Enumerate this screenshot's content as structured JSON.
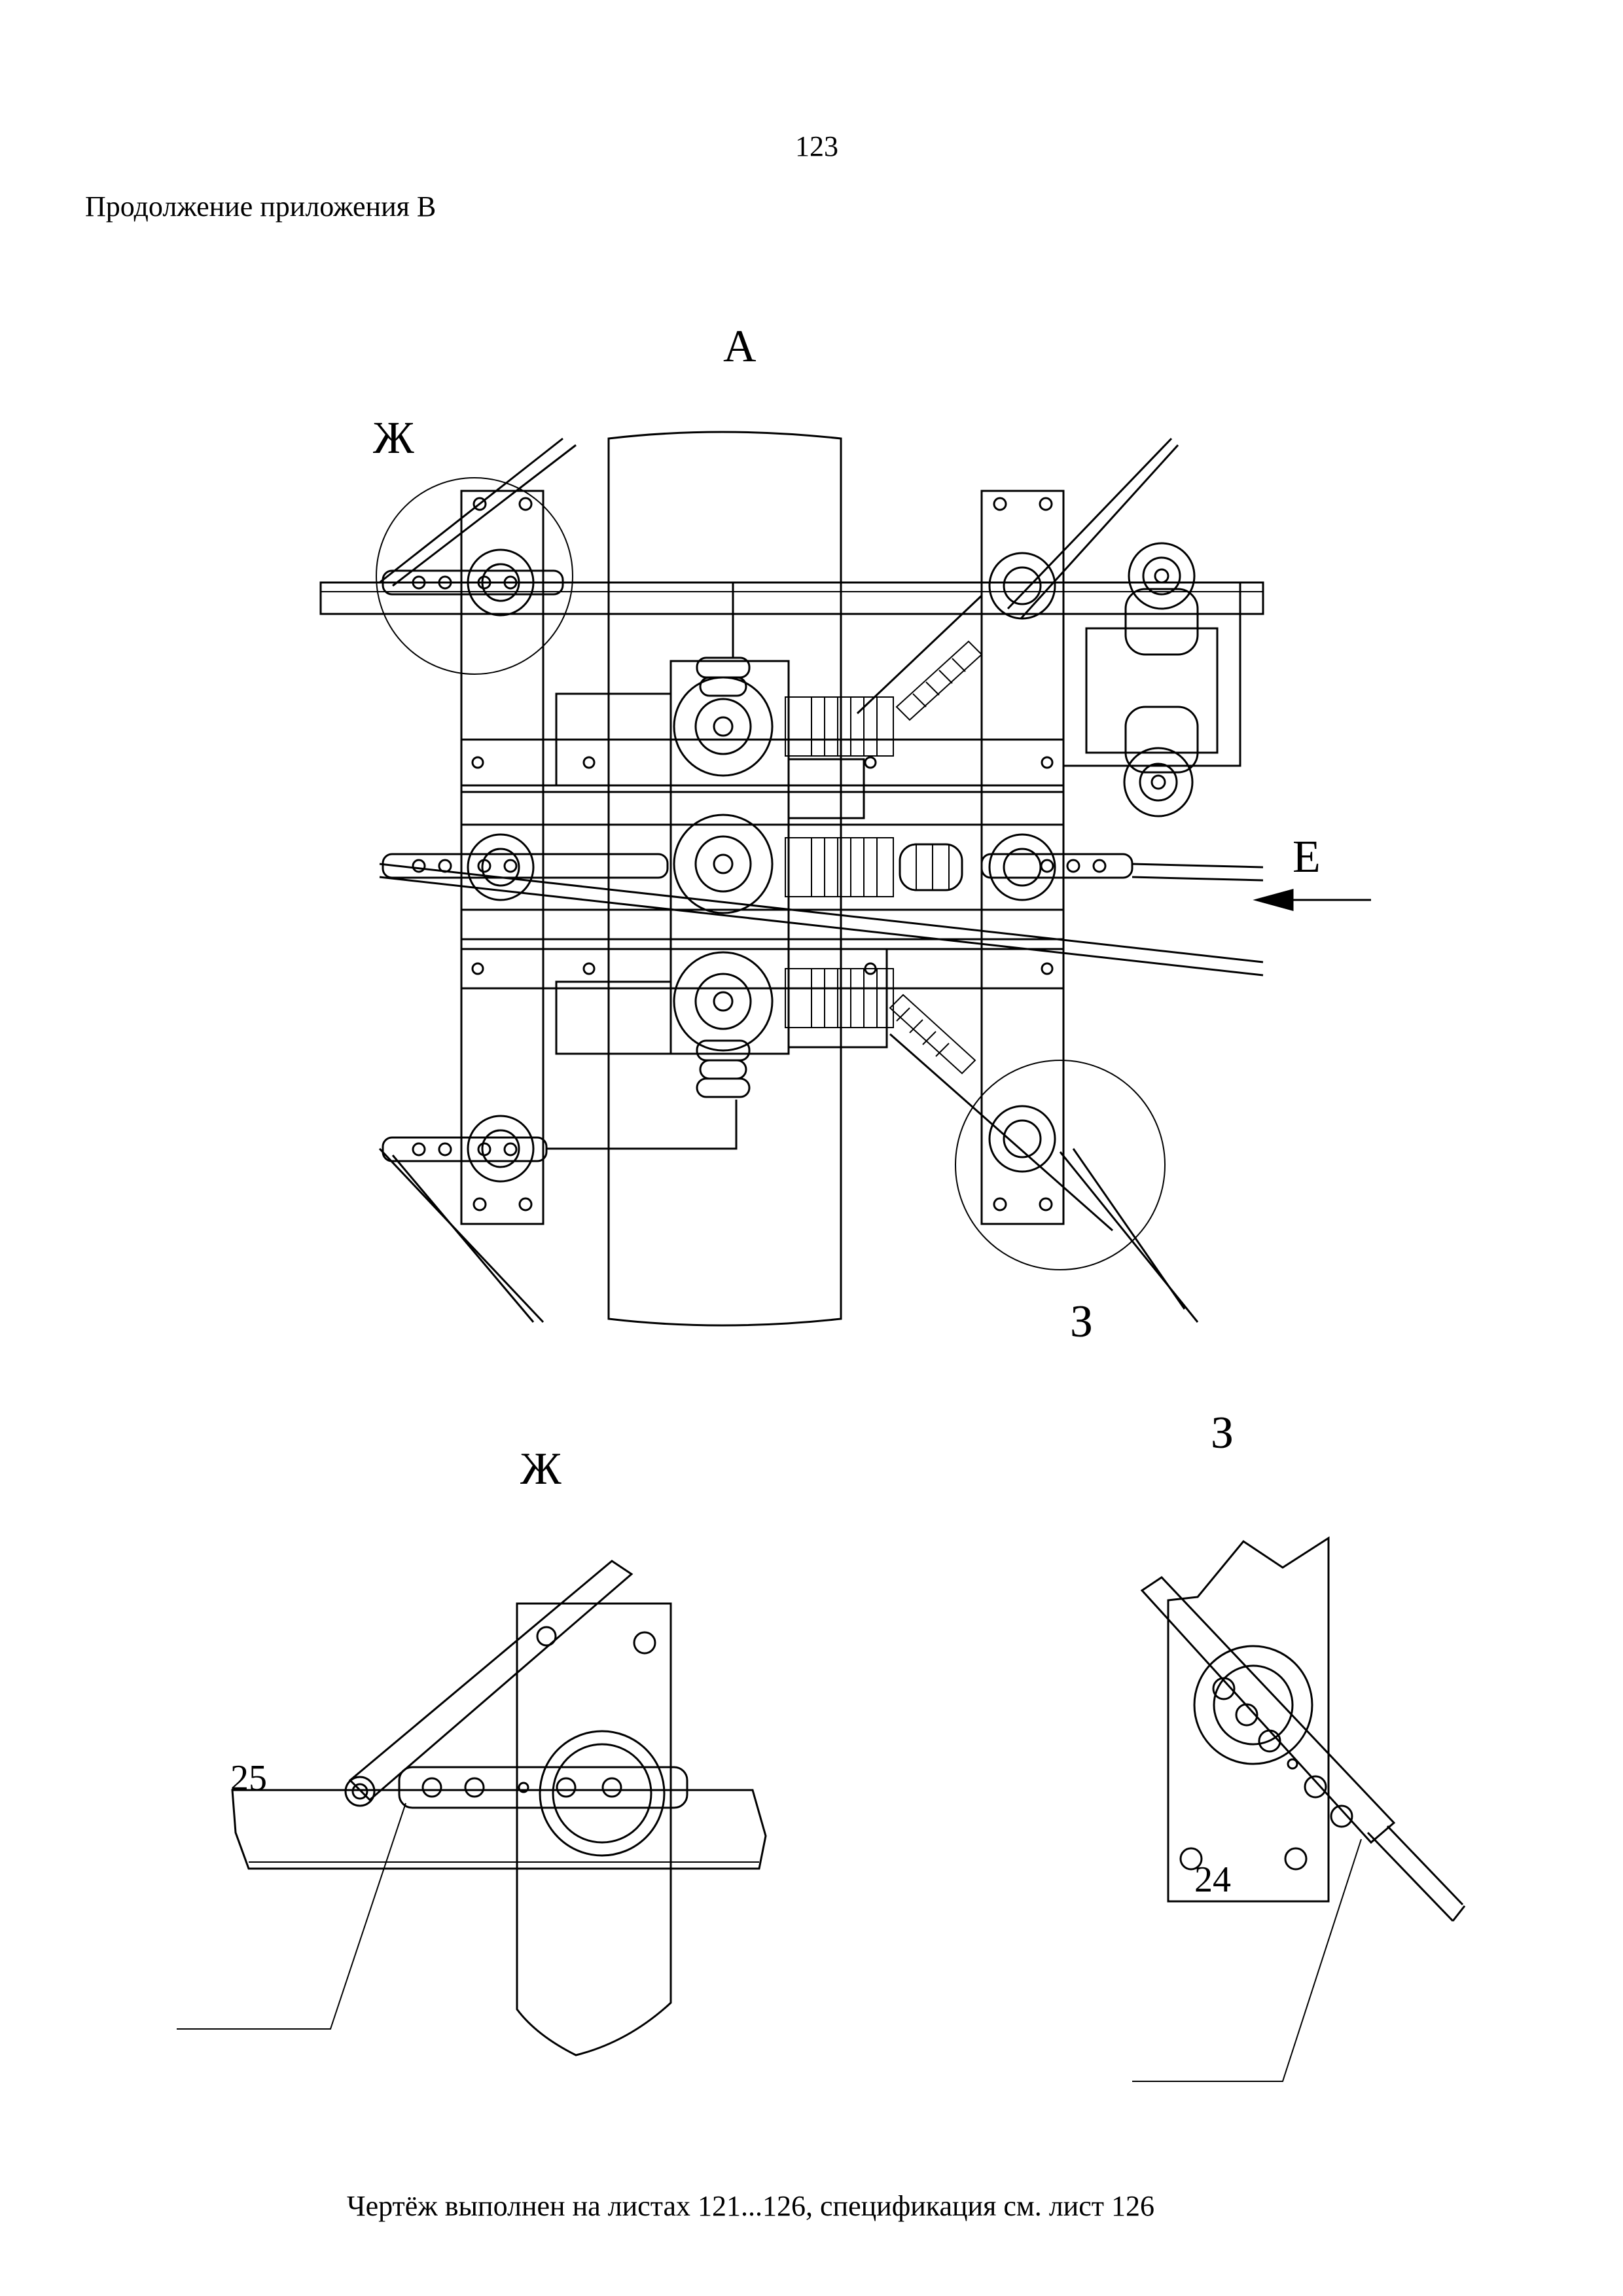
{
  "page": {
    "number": "123",
    "appendix_note": "Продолжение приложения В",
    "footer_note": "Чертёж выполнен на листах 121...126, спецификация см. лист 126"
  },
  "drawing": {
    "view_label": "А",
    "detail_ref_zh": "Ж",
    "detail_ref_z": "З",
    "direction_label": "Е"
  },
  "details": {
    "zh_title": "Ж",
    "z_title": "З",
    "callout_25": "25",
    "callout_24": "24"
  }
}
